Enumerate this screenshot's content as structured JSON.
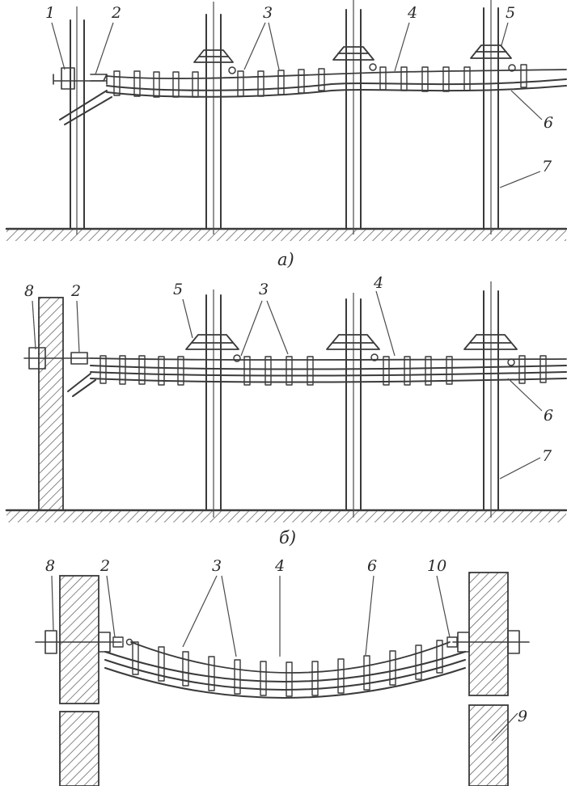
{
  "panels": [
    {
      "id": "a",
      "caption": "a)",
      "labels": {
        "l1": "1",
        "l2": "2",
        "l3": "3",
        "l4": "4",
        "l5": "5",
        "l6": "6",
        "l7": "7"
      }
    },
    {
      "id": "b",
      "caption": "б)",
      "labels": {
        "l8": "8",
        "l2": "2",
        "l5": "5",
        "l3": "3",
        "l4": "4",
        "l6": "6",
        "l7": "7"
      }
    },
    {
      "id": "c",
      "caption": "",
      "labels": {
        "l8": "8",
        "l2": "2",
        "l3": "3",
        "l4": "4",
        "l6": "6",
        "l10": "10",
        "l9": "9"
      }
    }
  ],
  "colors": {
    "ink": "#3a3a3a",
    "paper": "#ffffff"
  }
}
